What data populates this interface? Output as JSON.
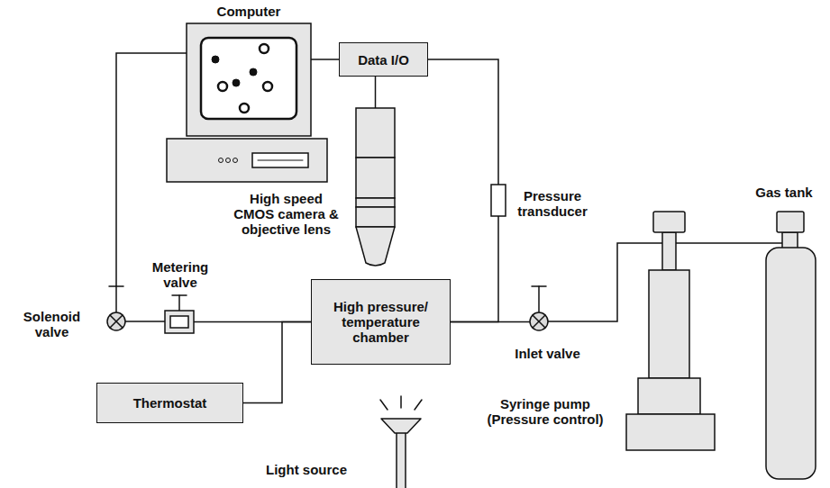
{
  "diagram": {
    "nodes": [
      {
        "text": [
          "Computer"
        ]
      },
      {
        "text": [
          "Data I/O"
        ]
      },
      {
        "text": [
          "High speed CMOS camera & objective lens"
        ]
      },
      {
        "text": [
          "Pressure transducer"
        ]
      },
      {
        "text": [
          "Solenoid valve"
        ]
      },
      {
        "text": [
          "Metering valve"
        ]
      },
      {
        "text": [
          "High pressure/ temperature chamber"
        ]
      },
      {
        "text": [
          "Thermostat"
        ]
      },
      {
        "text": [
          "Light source"
        ]
      },
      {
        "text": [
          "Inlet valve"
        ]
      },
      {
        "text": [
          "Syringe pump (Pressure control)"
        ]
      },
      {
        "text": [
          "Gas tank"
        ]
      }
    ],
    "edges": [
      {
        "from": 0,
        "to": 1,
        "arrow": "none"
      },
      {
        "from": 1,
        "to": 2,
        "arrow": "none"
      },
      {
        "from": 1,
        "to": 3,
        "arrow": "none"
      },
      {
        "from": 3,
        "to": 6,
        "arrow": "none"
      },
      {
        "from": 0,
        "to": 4,
        "arrow": "none"
      },
      {
        "from": 4,
        "to": 5,
        "arrow": "none"
      },
      {
        "from": 5,
        "to": 6,
        "arrow": "none"
      },
      {
        "from": 7,
        "to": 6,
        "arrow": "none"
      },
      {
        "from": 6,
        "to": 9,
        "arrow": "none"
      },
      {
        "from": 9,
        "to": 10,
        "arrow": "none"
      },
      {
        "from": 10,
        "to": 11,
        "arrow": "none"
      }
    ]
  }
}
